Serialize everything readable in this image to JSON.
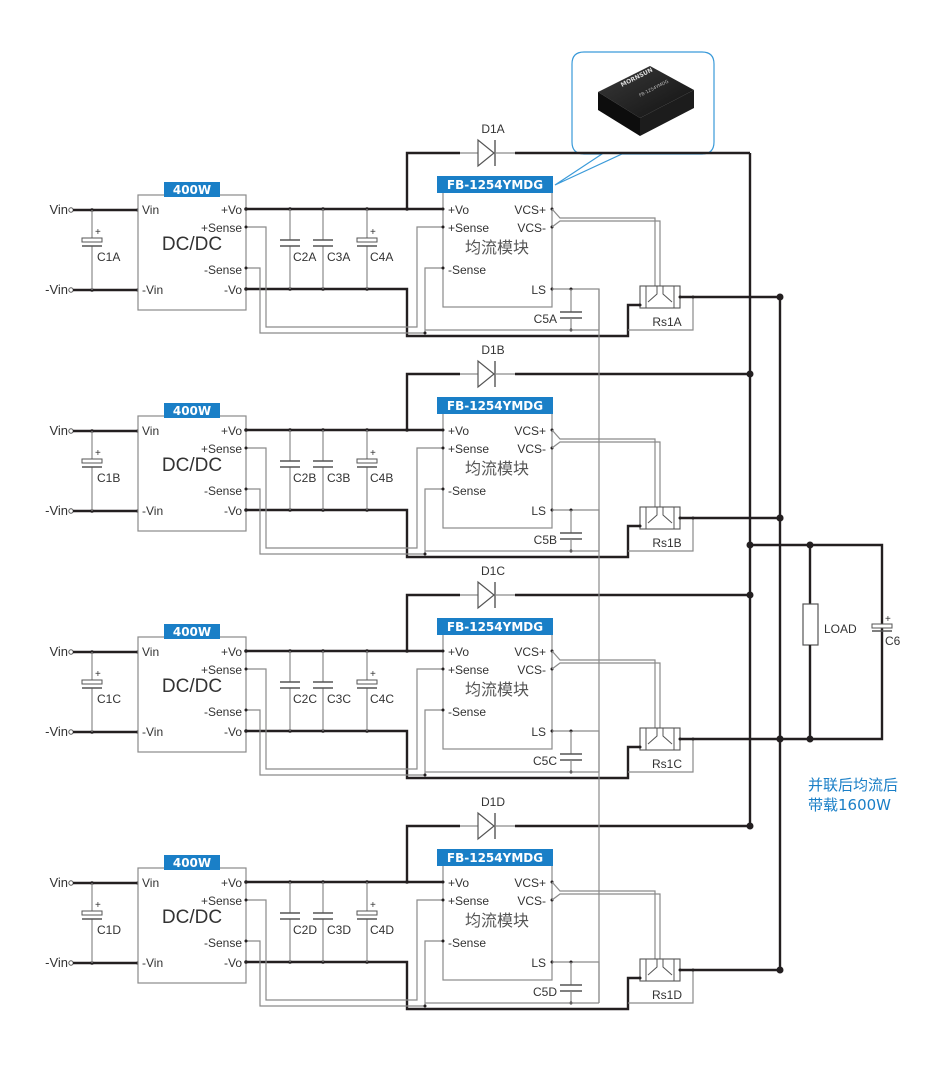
{
  "diagram": {
    "title": "Parallel current-sharing DC/DC power schematic",
    "colors": {
      "accent": "#1a7fc7",
      "wire_heavy": "#231f20",
      "wire_light": "#8a8a8a",
      "box": "#8a8a8a",
      "text": "#333333"
    },
    "product_callout": {
      "image_alt": "FB-1254YMDG module photo",
      "brand": "MORNSUN",
      "part": "FB-1254YMDG"
    },
    "branches": [
      {
        "id": "A",
        "vin_label": "Vin",
        "nvin_label": "-Vin",
        "input_cap": "C1A",
        "converter": {
          "power_tag": "400W",
          "name": "DC/DC",
          "pins": [
            "Vin",
            "-Vin",
            "+Vo",
            "+Sense",
            "-Sense",
            "-Vo"
          ]
        },
        "output_caps": [
          "C2A",
          "C3A",
          "C4A"
        ],
        "diode": "D1A",
        "module": {
          "tag": "FB-1254YMDG",
          "name": "均流模块",
          "pins": [
            "+Vo",
            "+Sense",
            "-Sense",
            "VCS+",
            "VCS-",
            "LS"
          ]
        },
        "ls_cap": "C5A",
        "shunt": "Rs1A"
      },
      {
        "id": "B",
        "vin_label": "Vin",
        "nvin_label": "-Vin",
        "input_cap": "C1B",
        "converter": {
          "power_tag": "400W",
          "name": "DC/DC",
          "pins": [
            "Vin",
            "-Vin",
            "+Vo",
            "+Sense",
            "-Sense",
            "-Vo"
          ]
        },
        "output_caps": [
          "C2B",
          "C3B",
          "C4B"
        ],
        "diode": "D1B",
        "module": {
          "tag": "FB-1254YMDG",
          "name": "均流模块",
          "pins": [
            "+Vo",
            "+Sense",
            "-Sense",
            "VCS+",
            "VCS-",
            "LS"
          ]
        },
        "ls_cap": "C5B",
        "shunt": "Rs1B"
      },
      {
        "id": "C",
        "vin_label": "Vin",
        "nvin_label": "-Vin",
        "input_cap": "C1C",
        "converter": {
          "power_tag": "400W",
          "name": "DC/DC",
          "pins": [
            "Vin",
            "-Vin",
            "+Vo",
            "+Sense",
            "-Sense",
            "-Vo"
          ]
        },
        "output_caps": [
          "C2C",
          "C3C",
          "C4C"
        ],
        "diode": "D1C",
        "module": {
          "tag": "FB-1254YMDG",
          "name": "均流模块",
          "pins": [
            "+Vo",
            "+Sense",
            "-Sense",
            "VCS+",
            "VCS-",
            "LS"
          ]
        },
        "ls_cap": "C5C",
        "shunt": "Rs1C"
      },
      {
        "id": "D",
        "vin_label": "Vin",
        "nvin_label": "-Vin",
        "input_cap": "C1D",
        "converter": {
          "power_tag": "400W",
          "name": "DC/DC",
          "pins": [
            "Vin",
            "-Vin",
            "+Vo",
            "+Sense",
            "-Sense",
            "-Vo"
          ]
        },
        "output_caps": [
          "C2D",
          "C3D",
          "C4D"
        ],
        "diode": "D1D",
        "module": {
          "tag": "FB-1254YMDG",
          "name": "均流模块",
          "pins": [
            "+Vo",
            "+Sense",
            "-Sense",
            "VCS+",
            "VCS-",
            "LS"
          ]
        },
        "ls_cap": "C5D",
        "shunt": "Rs1D"
      }
    ],
    "load": {
      "label": "LOAD",
      "cap": "C6"
    },
    "note": {
      "line1": "并联后均流后",
      "line2": "带载1600W"
    }
  }
}
